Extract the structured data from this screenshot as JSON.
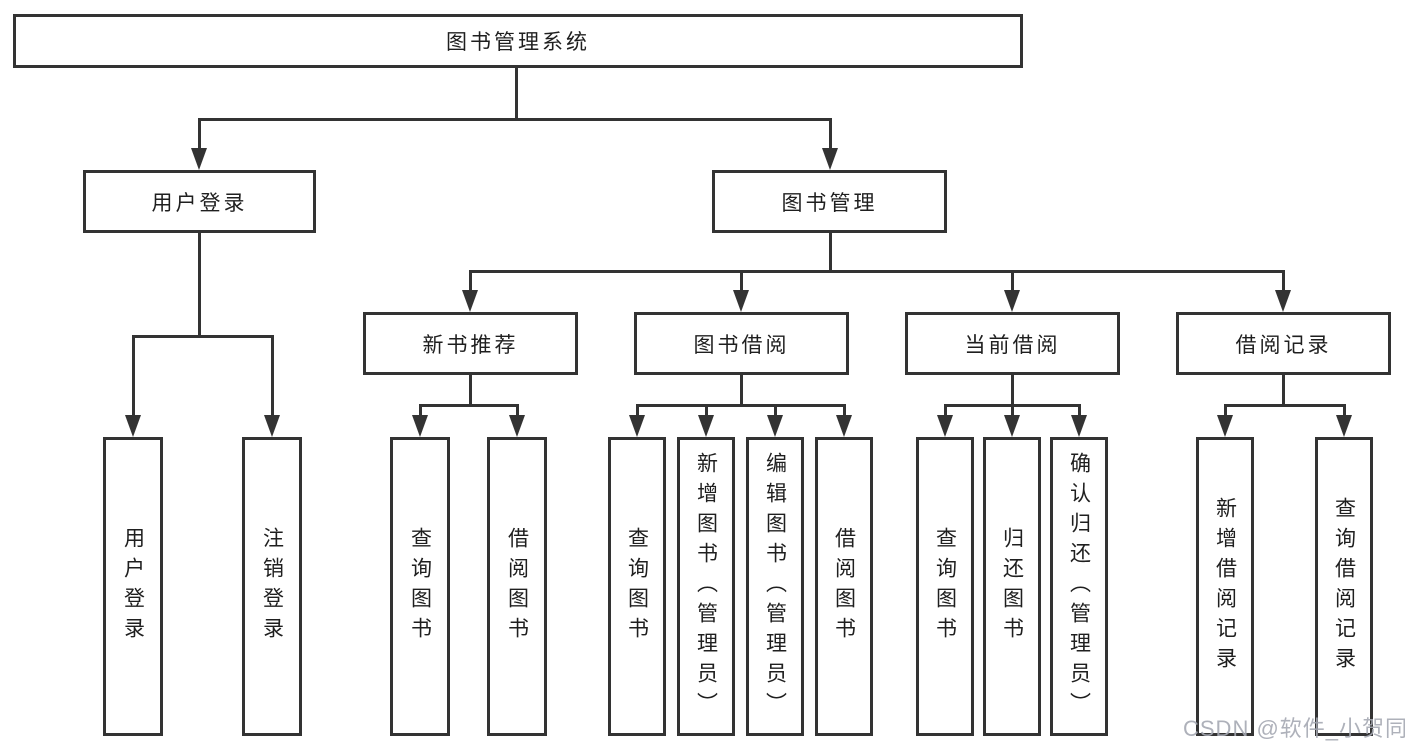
{
  "title": "图书管理系统",
  "watermark": "CSDN @软件_小贺同学",
  "colors": {
    "line": "#333333",
    "box_border": "#333333",
    "box_fill": "#ffffff",
    "text": "#1f1f1f",
    "watermark": "#a5a8b2",
    "background": "#ffffff"
  },
  "tree": {
    "label": "图书管理系统",
    "children": [
      {
        "label": "用户登录",
        "children": [
          {
            "label": "用户登录"
          },
          {
            "label": "注销登录"
          }
        ]
      },
      {
        "label": "图书管理",
        "children": [
          {
            "label": "新书推荐",
            "children": [
              {
                "label": "查询图书"
              },
              {
                "label": "借阅图书"
              }
            ]
          },
          {
            "label": "图书借阅",
            "children": [
              {
                "label": "查询图书"
              },
              {
                "label": "新增图书（管理员）"
              },
              {
                "label": "编辑图书（管理员）"
              },
              {
                "label": "借阅图书"
              }
            ]
          },
          {
            "label": "当前借阅",
            "children": [
              {
                "label": "查询图书"
              },
              {
                "label": "归还图书"
              },
              {
                "label": "确认归还（管理员）"
              }
            ]
          },
          {
            "label": "借阅记录",
            "children": [
              {
                "label": "新增借阅记录"
              },
              {
                "label": "查询借阅记录"
              }
            ]
          }
        ]
      }
    ]
  }
}
